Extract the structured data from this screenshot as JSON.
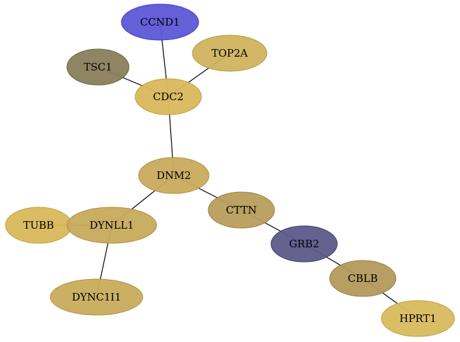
{
  "graph": {
    "nodes": [
      {
        "id": "ccnd1",
        "label": "CCND1",
        "fill": "#5b57d6",
        "stroke": "#3f3cc0"
      },
      {
        "id": "top2a",
        "label": "TOP2A",
        "fill": "#cfb35e",
        "stroke": "#b89a40"
      },
      {
        "id": "tsc1",
        "label": "TSC1",
        "fill": "#8a7e5b",
        "stroke": "#6e6444"
      },
      {
        "id": "cdc2",
        "label": "CDC2",
        "fill": "#d9b75c",
        "stroke": "#c29f3c"
      },
      {
        "id": "dnm2",
        "label": "DNM2",
        "fill": "#c9ab5d",
        "stroke": "#b08f3c"
      },
      {
        "id": "cttn",
        "label": "CTTN",
        "fill": "#b89d5c",
        "stroke": "#9c813f"
      },
      {
        "id": "tubb",
        "label": "TUBB",
        "fill": "#d8b85a",
        "stroke": "#c29f3c"
      },
      {
        "id": "dynll1",
        "label": "DYNLL1",
        "fill": "#c6aa5c",
        "stroke": "#ad8f3e"
      },
      {
        "id": "grb2",
        "label": "GRB2",
        "fill": "#5d5a8a",
        "stroke": "#3f3d6b"
      },
      {
        "id": "cblb",
        "label": "CBLB",
        "fill": "#b39a5c",
        "stroke": "#977f40"
      },
      {
        "id": "dync1i1",
        "label": "DYNC1I1",
        "fill": "#c8ac5c",
        "stroke": "#ae913e"
      },
      {
        "id": "hprt1",
        "label": "HPRT1",
        "fill": "#d8ba5e",
        "stroke": "#c1a03f"
      }
    ],
    "edges": [
      {
        "source": "ccnd1",
        "target": "cdc2"
      },
      {
        "source": "top2a",
        "target": "cdc2"
      },
      {
        "source": "tsc1",
        "target": "cdc2"
      },
      {
        "source": "cdc2",
        "target": "dnm2"
      },
      {
        "source": "dnm2",
        "target": "dynll1"
      },
      {
        "source": "dnm2",
        "target": "cttn"
      },
      {
        "source": "dynll1",
        "target": "tubb"
      },
      {
        "source": "dynll1",
        "target": "dync1i1"
      },
      {
        "source": "cttn",
        "target": "grb2"
      },
      {
        "source": "grb2",
        "target": "cblb"
      },
      {
        "source": "cblb",
        "target": "hprt1"
      }
    ]
  }
}
